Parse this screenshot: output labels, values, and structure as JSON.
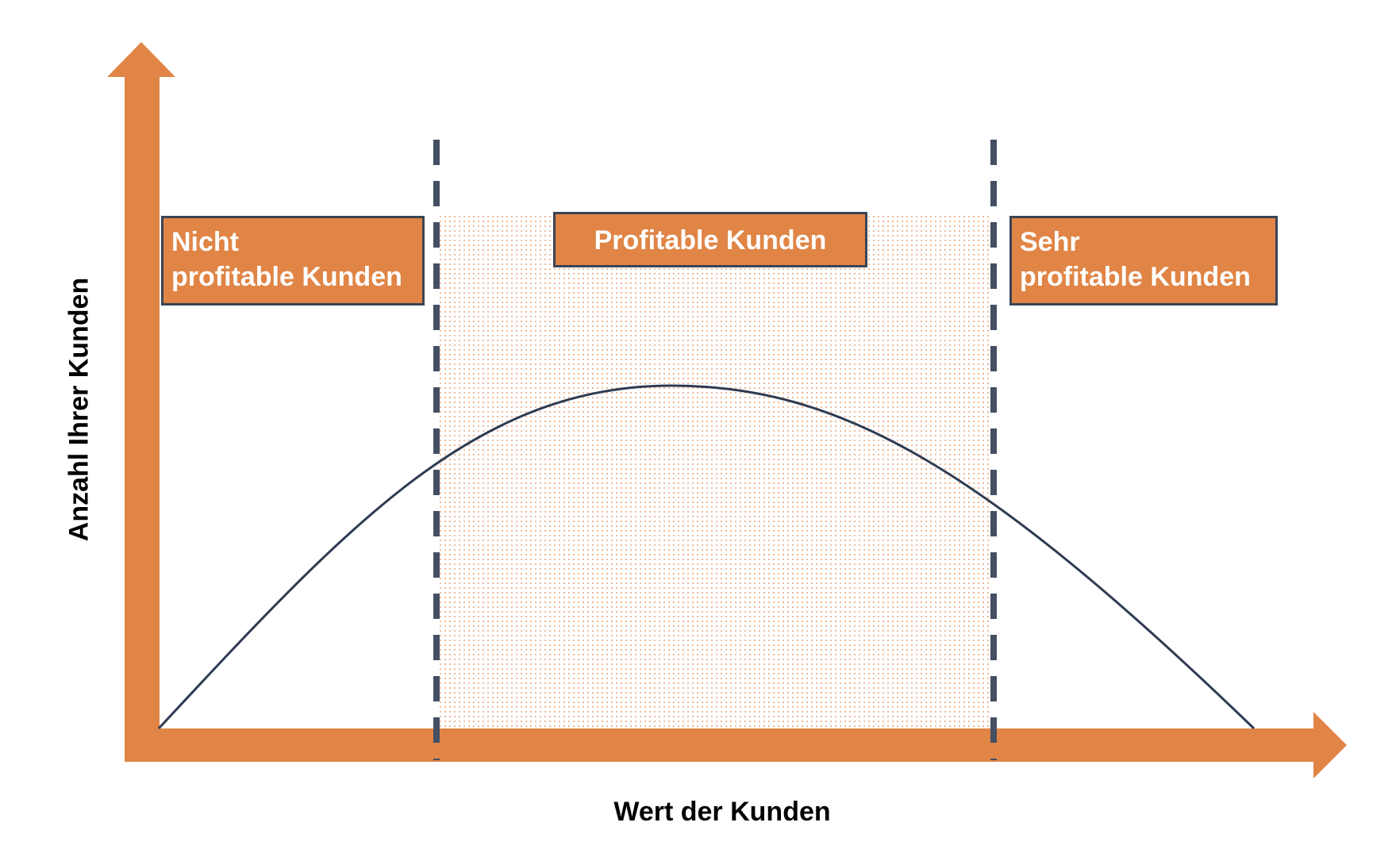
{
  "diagram": {
    "y_axis_label": "Anzahl Ihrer Kunden",
    "x_axis_label": "Wert der Kunden",
    "regions": {
      "left": {
        "line1": "Nicht",
        "line2": "profitable Kunden"
      },
      "center": {
        "label": "Profitable Kunden"
      },
      "right": {
        "line1": "Sehr",
        "line2": "profitable Kunden"
      }
    },
    "colors": {
      "axis": "#E08546",
      "box_fill": "#E08546",
      "box_border": "#3A4455",
      "curve": "#2E3B52",
      "divider": "#444F63",
      "dots": "#E08546"
    }
  }
}
